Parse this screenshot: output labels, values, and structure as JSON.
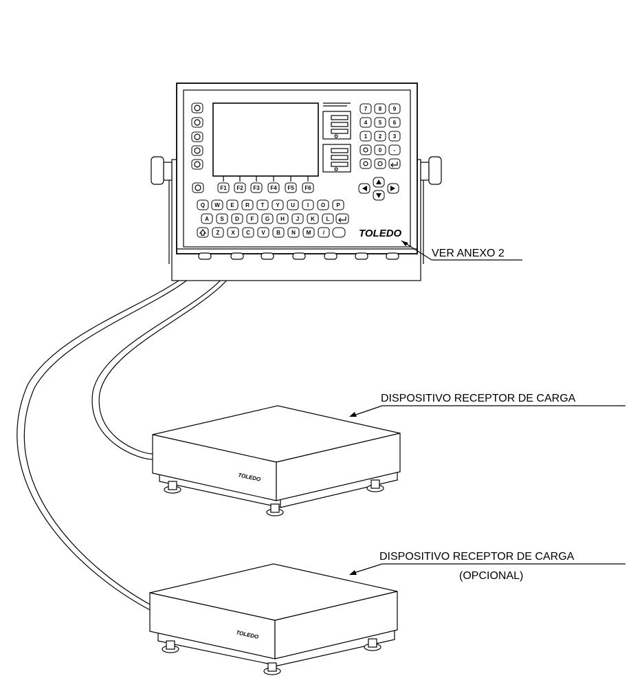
{
  "brand": "TOLEDO",
  "callouts": {
    "indicator": "VER ANEXO 2",
    "platform1": "DISPOSITIVO RECEPTOR DE CARGA",
    "platform2": "DISPOSITIVO RECEPTOR DE CARGA",
    "platform2_note": "(OPCIONAL)"
  },
  "keypad": {
    "function_keys": [
      "F1",
      "F2",
      "F3",
      "F4",
      "F5",
      "F6"
    ],
    "numeric_keys": [
      "7",
      "8",
      "9",
      "4",
      "5",
      "6",
      "1",
      "2",
      "3",
      "",
      "0",
      "-"
    ],
    "qwerty_row1": [
      "Q",
      "W",
      "E",
      "R",
      "T",
      "Y",
      "U",
      "I",
      "O",
      "P"
    ],
    "qwerty_row2": [
      "A",
      "S",
      "D",
      "F",
      "G",
      "H",
      "J",
      "K",
      "L"
    ],
    "qwerty_row3": [
      "Z",
      "X",
      "C",
      "V",
      "B",
      "N",
      "M",
      "/"
    ]
  }
}
